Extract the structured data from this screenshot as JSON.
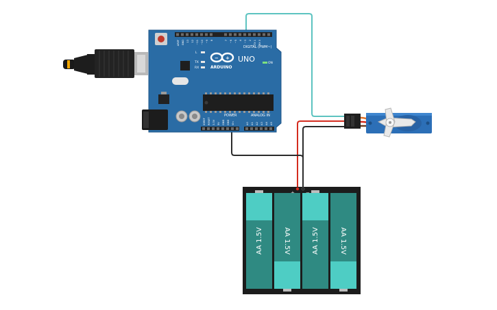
{
  "board": {
    "brand": "ARDUINO",
    "model": "UNO",
    "digital_header": "DIGITAL (PWM~)",
    "power_label": "POWER",
    "analog_label": "ANALOG IN",
    "on_label": "ON",
    "led_labels": [
      "L",
      "TX",
      "RX"
    ],
    "digital_pins": [
      "AREF",
      "GND",
      "13",
      "12",
      "~11",
      "~10",
      "~9",
      "8",
      "7",
      "~6",
      "~5",
      "4",
      "~3",
      "2",
      "TX 1",
      "RX 0"
    ],
    "power_pins": [
      "IOREF",
      "RESET",
      "3.3V",
      "5V",
      "GND",
      "GND",
      "Vin"
    ],
    "analog_pins": [
      "A0",
      "A1",
      "A2",
      "A3",
      "A4",
      "A5"
    ]
  },
  "battery": {
    "cells": [
      "AA 1.5V",
      "AA 1.5V",
      "AA 1.5V",
      "AA 1.5V"
    ],
    "plus": "+",
    "minus": "−"
  },
  "wires": {
    "signal_color": "#5cc3c0",
    "power_color": "#d42b1e",
    "ground_color": "#2b2b2b"
  },
  "colors": {
    "board": "#2a6ca5",
    "board_dark": "#1f5688",
    "cell": "#2f8a82",
    "cell_light": "#4ecdc4",
    "servo_body": "#2c6fb7",
    "horn": "#e9e9e9"
  }
}
